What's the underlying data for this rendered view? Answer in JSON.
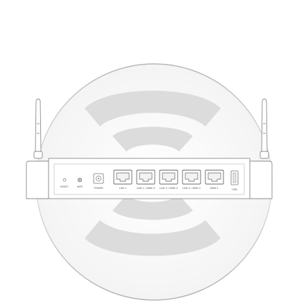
{
  "router": {
    "buttons": [
      {
        "label": "RESET"
      },
      {
        "label": "WPS"
      }
    ],
    "power": {
      "label": "POWER"
    },
    "ports": [
      {
        "label": "LAN 1"
      },
      {
        "label": "LAN 2 / WAN 4"
      },
      {
        "label": "LAN 3 / WAN 3"
      },
      {
        "label": "LAN 4 / WAN 2"
      },
      {
        "label": "WAN 1"
      }
    ],
    "usb": {
      "label": "USB"
    }
  },
  "colors": {
    "ring": "#c8c8c8",
    "wave": "#d8d8d8",
    "router_line": "#8a8a8a"
  }
}
